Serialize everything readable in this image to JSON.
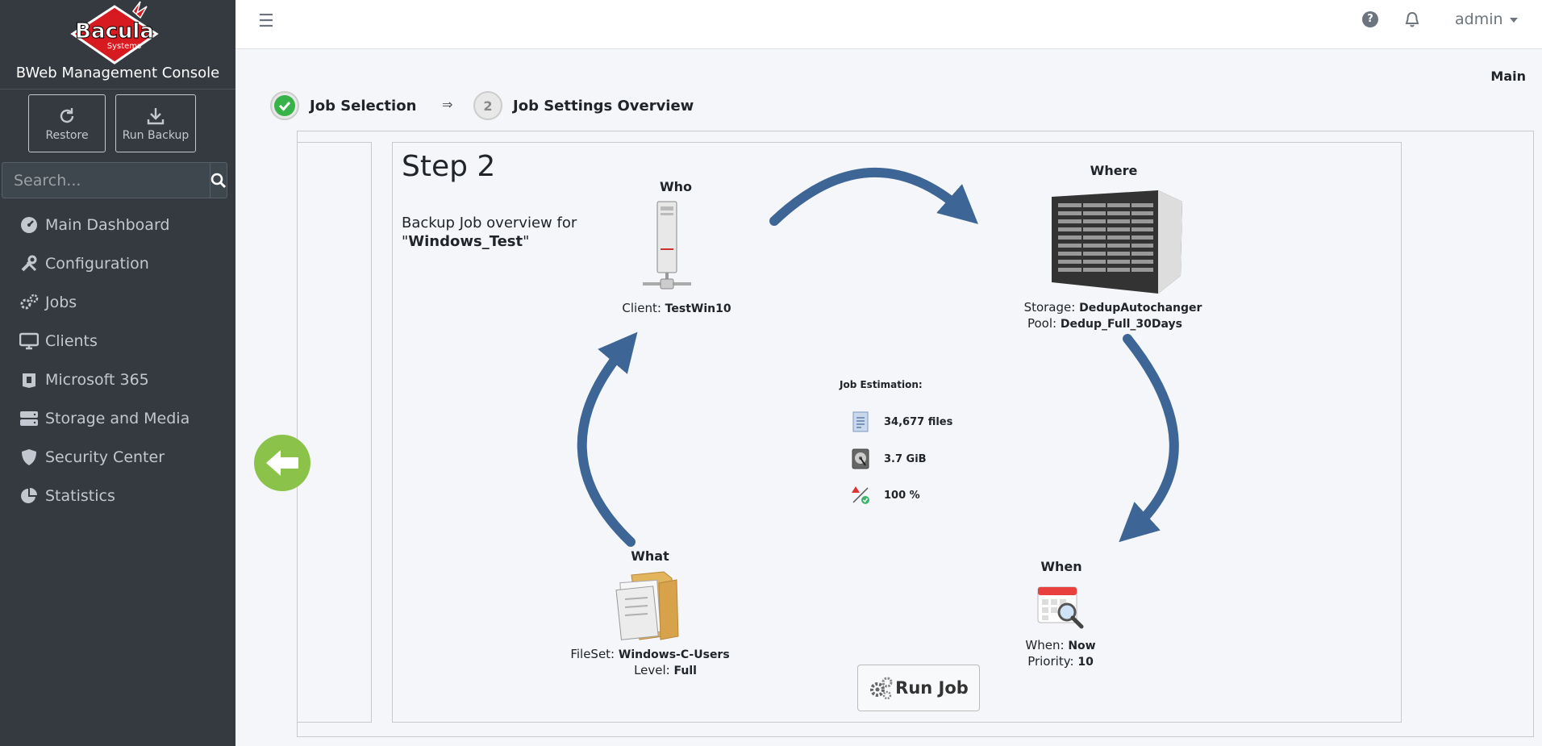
{
  "sidebar": {
    "logo_text": "Bacula",
    "logo_sub": "Systems",
    "brand": "BWeb Management Console",
    "quick": {
      "restore_label": "Restore",
      "run_backup_label": "Run Backup"
    },
    "search": {
      "placeholder": "Search..."
    },
    "items": [
      {
        "label": "Main Dashboard",
        "icon": "dashboard-icon"
      },
      {
        "label": "Configuration",
        "icon": "tools-icon"
      },
      {
        "label": "Jobs",
        "icon": "gears-icon"
      },
      {
        "label": "Clients",
        "icon": "monitor-icon"
      },
      {
        "label": "Microsoft 365",
        "icon": "office-icon"
      },
      {
        "label": "Storage and Media",
        "icon": "hdd-icon"
      },
      {
        "label": "Security Center",
        "icon": "shield-icon"
      },
      {
        "label": "Statistics",
        "icon": "pie-chart-icon"
      }
    ]
  },
  "topbar": {
    "menu_icon": "☰",
    "help_icon": "?",
    "user": "admin"
  },
  "breadcrumb": "Main",
  "wizard": {
    "step1_label": "Job Selection",
    "step2_number": "2",
    "step2_label": "Job Settings Overview",
    "separator": "⇒"
  },
  "overview": {
    "title": "Step 2",
    "intro": "Backup Job overview for",
    "job_name": "Windows_Test",
    "quote_open": "\"",
    "quote_close": "\""
  },
  "who": {
    "label": "Who",
    "client_key": "Client:",
    "client_value": "TestWin10"
  },
  "where": {
    "label": "Where",
    "storage_key": "Storage:",
    "storage_value": "DedupAutochanger",
    "pool_key": "Pool:",
    "pool_value": "Dedup_Full_30Days"
  },
  "what": {
    "label": "What",
    "fileset_key": "FileSet:",
    "fileset_value": "Windows-C-Users",
    "level_key": "Level:",
    "level_value": "Full"
  },
  "when": {
    "label": "When",
    "when_key": "When:",
    "when_value": "Now",
    "priority_key": "Priority:",
    "priority_value": "10"
  },
  "estimation": {
    "title": "Job Estimation:",
    "files": "34,677 files",
    "size": "3.7 GiB",
    "accuracy": "100 %"
  },
  "run_job_label": "Run Job",
  "colors": {
    "sidebar_bg": "#343a40",
    "arrow_blue": "#3d6596",
    "back_green": "#8bc34a",
    "check_green": "#37b34a"
  }
}
